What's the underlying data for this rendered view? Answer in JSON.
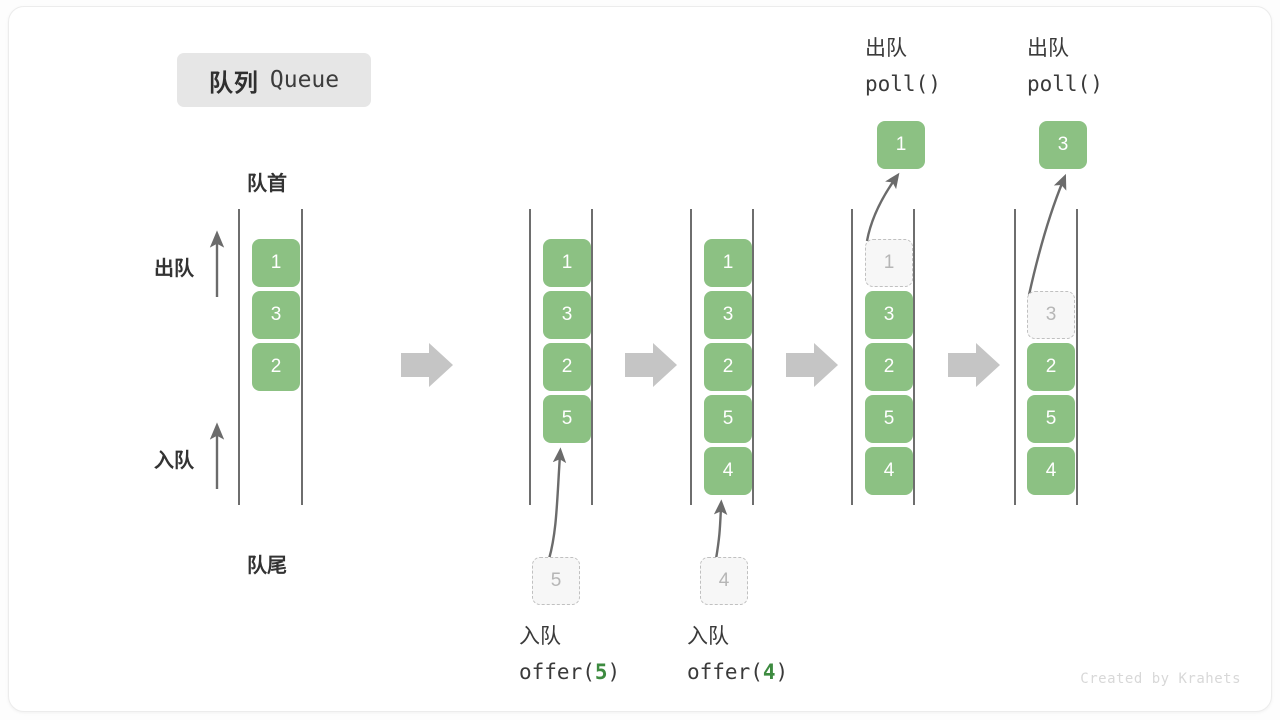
{
  "title": {
    "cn": "队列",
    "en": "Queue"
  },
  "annotations": {
    "front": "队首",
    "rear": "队尾",
    "dequeue": "出队",
    "enqueue": "入队"
  },
  "colors": {
    "element": "#8cc183",
    "ghost_fill": "#f7f7f7",
    "ghost_border": "#c0c0c0",
    "rail": "#4a4a4a",
    "arrow": "#6b6b6b",
    "step_arrow": "#c5c5c5",
    "accent_number": "#3d8b40",
    "badge_bg": "#e6e6e6"
  },
  "steps": [
    {
      "id": "initial",
      "items": [
        "1",
        "3",
        "2"
      ],
      "ghost_index": null,
      "op_cn": null,
      "op_code": null,
      "extracted": null
    },
    {
      "id": "offer-5",
      "items": [
        "1",
        "3",
        "2",
        "5"
      ],
      "ghost_index": null,
      "op_cn": "入队",
      "op_code_prefix": "offer(",
      "op_code_num": "5",
      "op_code_suffix": ")",
      "incoming": "5"
    },
    {
      "id": "offer-4",
      "items": [
        "1",
        "3",
        "2",
        "5",
        "4"
      ],
      "ghost_index": null,
      "op_cn": "入队",
      "op_code_prefix": "offer(",
      "op_code_num": "4",
      "op_code_suffix": ")",
      "incoming": "4"
    },
    {
      "id": "poll-1",
      "items": [
        "1",
        "3",
        "2",
        "5",
        "4"
      ],
      "ghost_index": 0,
      "op_cn": "出队",
      "op_code": "poll()",
      "extracted": "1"
    },
    {
      "id": "poll-3",
      "items": [
        "3",
        "2",
        "5",
        "4"
      ],
      "ghost_index": 0,
      "op_cn": "出队",
      "op_code": "poll()",
      "extracted": "3"
    }
  ],
  "footer": "Created by Krahets"
}
